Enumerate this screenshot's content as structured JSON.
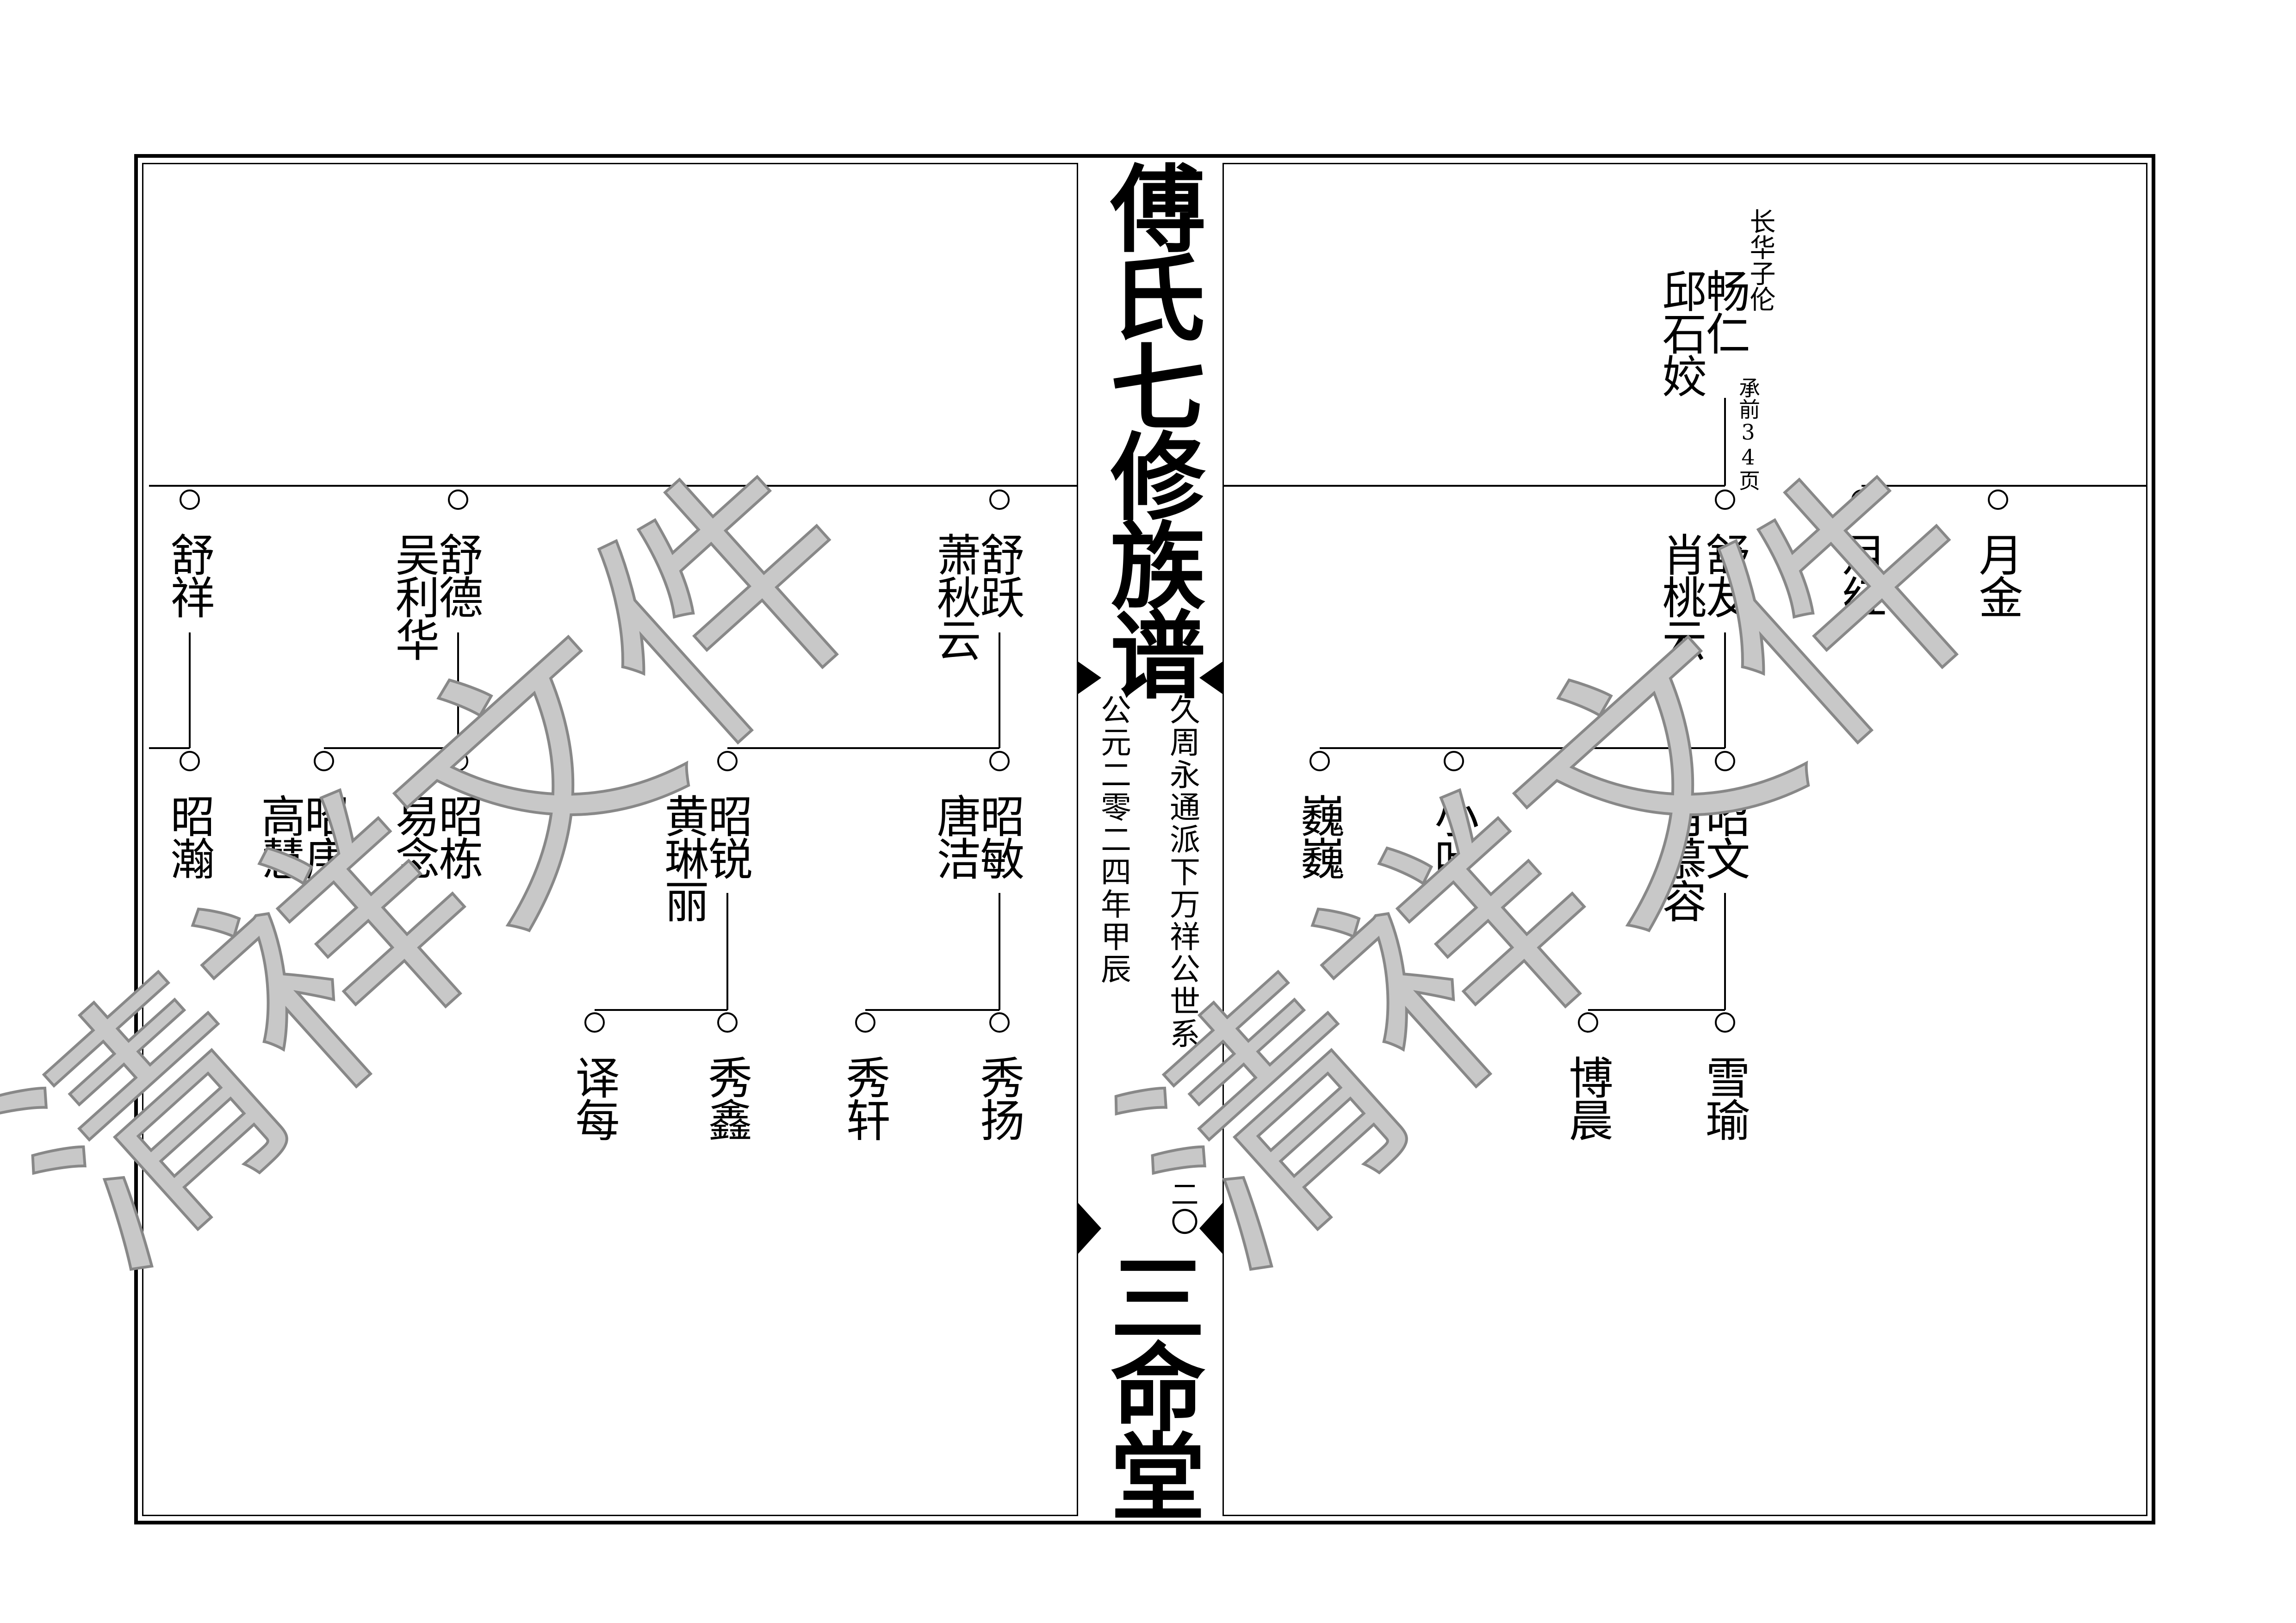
{
  "spine": {
    "title_top": "傅氏七修族谱",
    "title_bottom": "三命堂",
    "branch": "久周永通派下万祥公世系",
    "date": "公元二零二四年甲辰",
    "page_number": "一二〇"
  },
  "watermark": {
    "text": "清祥文件",
    "color": "#c8c8c8"
  },
  "left_page": {
    "gen1": [
      {
        "name": "舒祥",
        "spouse": ""
      },
      {
        "name": "舒德",
        "spouse": "吴利华"
      },
      {
        "name": "舒跃",
        "spouse": "萧秋云"
      }
    ],
    "gen2": [
      {
        "name": "昭瀚",
        "spouse": ""
      },
      {
        "name": "昭庚",
        "spouse": "高慧"
      },
      {
        "name": "昭栋",
        "spouse": "易念"
      },
      {
        "name": "昭锐",
        "spouse": "黄琳丽"
      },
      {
        "name": "昭敏",
        "spouse": "唐洁"
      }
    ],
    "gen3": [
      {
        "name": "译每"
      },
      {
        "name": "秀鑫"
      },
      {
        "name": "秀轩"
      },
      {
        "name": "秀扬"
      }
    ]
  },
  "right_page": {
    "ancestor": {
      "name": "畅仁",
      "spouse": "邱石姣",
      "note_small": "长华子伦",
      "continuation": "承前34页"
    },
    "gen1": [
      {
        "name": "舒友",
        "spouse": "肖桃云"
      },
      {
        "name": "月红"
      },
      {
        "name": "月金"
      }
    ],
    "gen2": [
      {
        "name": "巍巍"
      },
      {
        "name": "小叶"
      },
      {
        "name": "昭文",
        "spouse": "肖慕容"
      }
    ],
    "gen3": [
      {
        "name": "博晨"
      },
      {
        "name": "雪瑜"
      }
    ]
  }
}
